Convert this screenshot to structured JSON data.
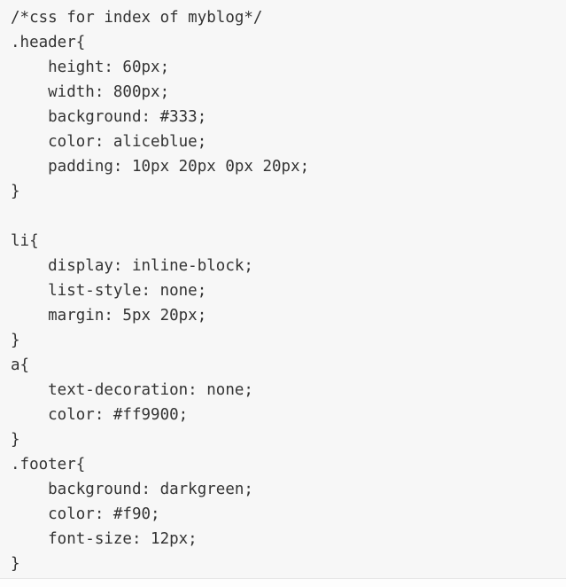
{
  "code": {
    "language": "css",
    "description": "CSS stylesheet snippet for blog index page",
    "theme": {
      "block_background": "#f7f7f7",
      "text_color": "#333333",
      "bottom_border_color": "#e6e6e6",
      "page_background": "#fdfdfd"
    },
    "lines": [
      "/*css for index of myblog*/",
      ".header{",
      "    height: 60px;",
      "    width: 800px;",
      "    background: #333;",
      "    color: aliceblue;",
      "    padding: 10px 20px 0px 20px;",
      "}",
      "",
      "li{",
      "    display: inline-block;",
      "    list-style: none;",
      "    margin: 5px 20px;",
      "}",
      "a{",
      "    text-decoration: none;",
      "    color: #ff9900;",
      "}",
      ".footer{",
      "    background: darkgreen;",
      "    color: #f90;",
      "    font-size: 12px;",
      "}"
    ]
  }
}
